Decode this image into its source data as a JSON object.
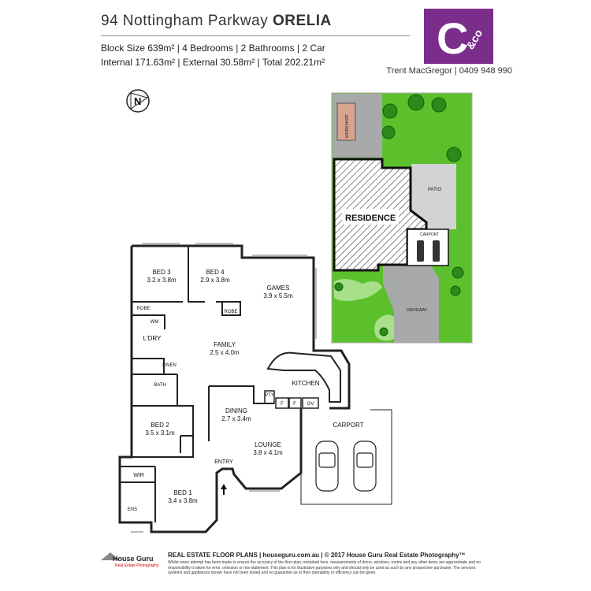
{
  "header": {
    "address_street": "94 Nottingham Parkway",
    "address_suburb": "ORELIA",
    "specs_line1": "Block Size 639m² | 4 Bedrooms | 2 Bathrooms | 2 Car",
    "specs_line2": "Internal 171.63m² | External 30.58m² | Total 202.21m²",
    "agent": "Trent MacGregor | 0409 948 990"
  },
  "logo": {
    "big_letter": "C",
    "small_text": "&co",
    "color": "#7b2d8b"
  },
  "compass": {
    "letter": "N"
  },
  "site_plan": {
    "workshop": "WORKSHOP",
    "residence": "RESIDENCE",
    "patio": "PATIO",
    "carport": "CARPORT",
    "driveway": "DRIVEWAY",
    "grass_color": "#5cc02c",
    "hatch_color": "#555555"
  },
  "rooms": [
    {
      "name": "BED 3",
      "size": "3.2 x 3.8m"
    },
    {
      "name": "BED 4",
      "size": "2.9 x 3.8m"
    },
    {
      "name": "GAMES",
      "size": "3.9 x 5.5m"
    },
    {
      "name": "FAMILY",
      "size": "2.5 x 4.0m"
    },
    {
      "name": "KITCHEN",
      "size": ""
    },
    {
      "name": "DINING",
      "size": "2.7 x 3.4m"
    },
    {
      "name": "LOUNGE",
      "size": "3.8 x 4.1m"
    },
    {
      "name": "BED 2",
      "size": "3.5 x 3.1m"
    },
    {
      "name": "BED 1",
      "size": "3.4 x 3.8m"
    },
    {
      "name": "CARPORT",
      "size": ""
    }
  ],
  "small_labels": {
    "robe": "ROBE",
    "wm": "WM",
    "laundry": "L'DRY",
    "linen": "LINEN",
    "bath": "BATH",
    "pty": "PTY",
    "fridge": "F",
    "oven": "OV",
    "entry": "ENTRY",
    "wir": "WIR",
    "ens": "ENS"
  },
  "footer": {
    "brand": "House Guru",
    "brand_sub": "Real Estate Photography",
    "line": "REAL ESTATE FLOOR PLANS | houseguru.com.au | © 2017 House Guru Real Estate Photography™",
    "disclaimer": "Whilst every attempt has been made to ensure the accuracy of the floor plan contained here, measurements of doors, windows, rooms and any other items are approximate and no responsibility is taken for error, omission or mis-statement. This plan is for illustrative purposes only and should only be used as such by any prospective purchaser. The services systems and appliances shown have not been tested and no guarantee as to their operability or efficiency can be given."
  }
}
